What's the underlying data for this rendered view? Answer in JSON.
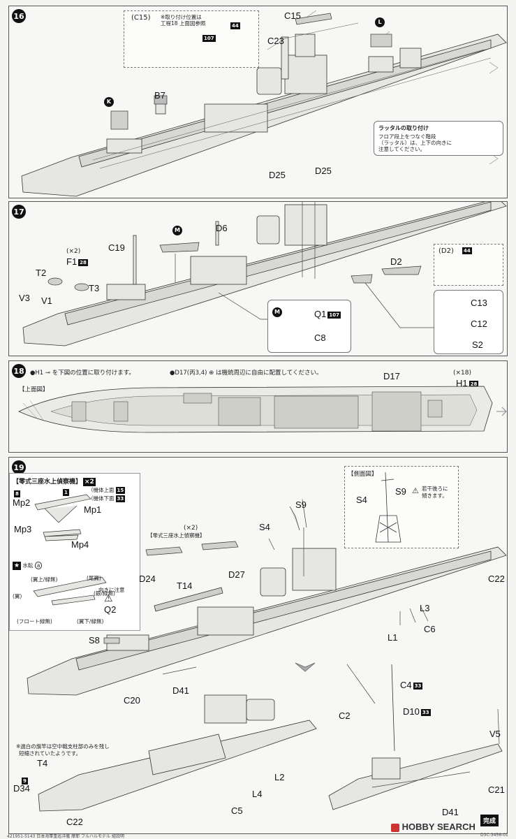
{
  "steps": {
    "s16": {
      "number": "16",
      "labels": {
        "c15": "C15",
        "c23": "C23",
        "b7": "B7",
        "k": "K",
        "l": "L"
      },
      "inset": {
        "title": "(C15)",
        "note_line1": "※取り付け位置は",
        "note_line2": "工程18 上面図参照",
        "tag_a": "107",
        "tag_b": "44"
      },
      "ladder": {
        "title": "ラッタルの取り付け",
        "line1": "フロア段上をつなぐ階段",
        "line2": "（ラッタル）は、上下の向きに",
        "line3": "注意してください。"
      }
    },
    "s17": {
      "number": "17",
      "labels": {
        "d25a": "D25",
        "d25b": "D25",
        "d6": "D6",
        "c19": "C19",
        "m": "M",
        "f1": "F1",
        "f1_tag": "28",
        "x2": "(×2)",
        "t2": "T2",
        "t3": "T3",
        "v3": "V3",
        "v1": "V1",
        "d2": "D2",
        "q1": "Q1",
        "q1_tag": "107",
        "c8": "C8",
        "c13": "C13",
        "c12": "C12",
        "s2": "S2"
      },
      "d2inset": {
        "title": "(D2)",
        "tag": "44"
      }
    },
    "s18": {
      "number": "18",
      "instr1": "●H1",
      "instr1b": "を下図の位置に取り付けます。",
      "instr2": "●D17(丙3,4)",
      "instr2b": "は機銃周辺に自由に配置してください。",
      "top_view": "【上面図】",
      "d17": "D17",
      "x18": "(×18)",
      "h1": "H1",
      "h1_tag": "28"
    },
    "s19": {
      "number": "19",
      "plane_title": "【零式三座水上偵察機】",
      "plane_mult": "×2",
      "body_upper": "（機体上面",
      "body_upper_tag": "15",
      "body_lower": "（機体下面",
      "body_lower_tag": "33",
      "mp1": "Mp1",
      "mp2": "Mp2",
      "mp3": "Mp3",
      "mp4": "Mp4",
      "tag_8": "8",
      "tag_1": "1",
      "decal": "水転",
      "decal_a": "a",
      "wing_upper": "(翼上/緑無)",
      "tail": "(尾翼)",
      "wing": "(翼)",
      "silver_green": "(銀/緑無)",
      "float_green": "(フロート緑無)",
      "wing_lower": "(翼下/緑無)",
      "side_view": "【側面図】",
      "s4": "S4",
      "s9": "S9",
      "s9_note1": "若干後ろに",
      "s9_note2": "傾きます。",
      "s9_main": "S9",
      "s4_main": "S4",
      "x2": "(×2)",
      "plane_sub": "【零式三座水上偵察機】",
      "d24": "D24",
      "d27": "D27",
      "t14": "T14",
      "caution": "向きに注意",
      "q2": "Q2",
      "s8": "S8",
      "c22": "C22",
      "l3": "L3",
      "c6": "C6",
      "l1": "L1",
      "d41": "D41",
      "c20": "C20",
      "c4": "C4",
      "c4_tag": "33",
      "d10": "D10",
      "d10_tag": "33",
      "c2": "C2",
      "v5": "V5",
      "c21": "C21",
      "d41b": "D41",
      "note1": "※過白の旗竿は空中戦支柱部のみを残し",
      "note2": "短縮されていたようです。",
      "t4": "T4",
      "tag_9": "9",
      "d34": "D34",
      "c22b": "C22",
      "l4": "L4",
      "l2": "L2",
      "c5": "C5"
    }
  },
  "footer": {
    "code": "421951-5143   日本海軍重巡洋艦 摩耶 フルハルモデル   組説明",
    "brand": "HOBBY SEARCH",
    "done": "完成",
    "page_code": "D3C-3456-01"
  }
}
